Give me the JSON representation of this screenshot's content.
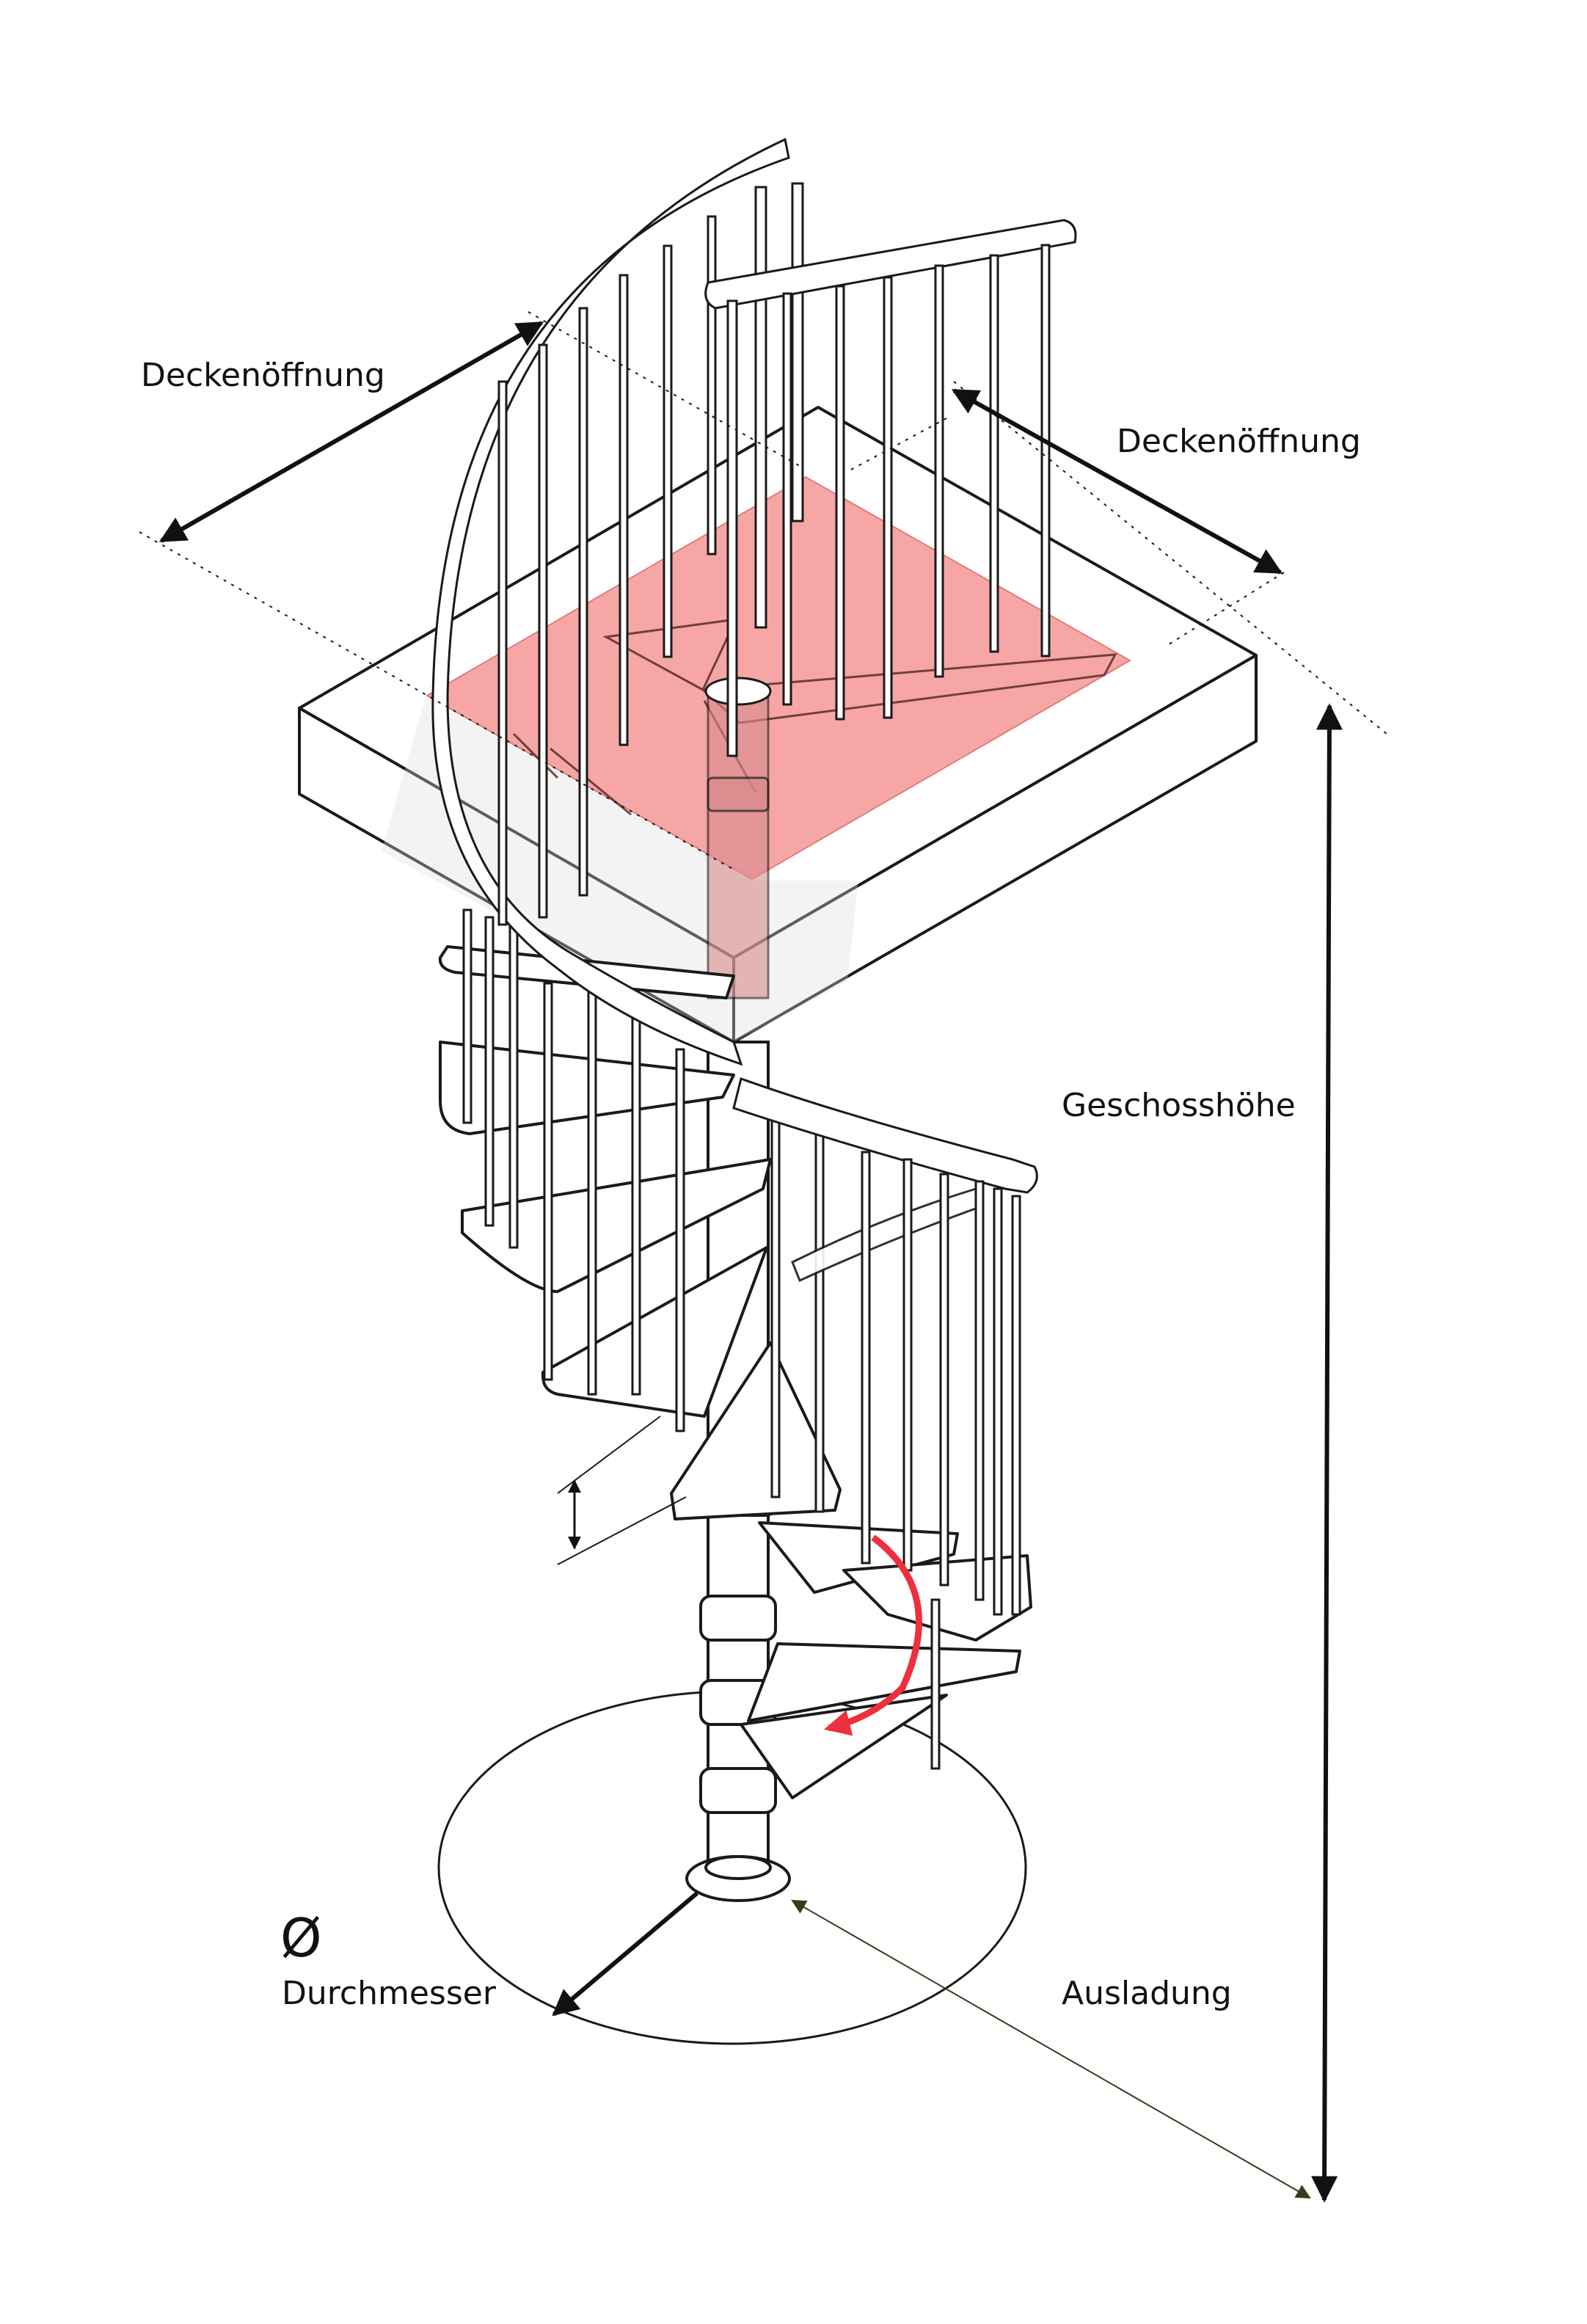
{
  "labels": {
    "ceiling_opening_left": "Deckenöffnung",
    "ceiling_opening_right": "Deckenöffnung",
    "storey_height": "Geschosshöhe",
    "diameter_symbol": "Ø",
    "diameter": "Durchmesser",
    "projection": "Ausladung"
  },
  "colors": {
    "opening_fill": "#f7a6a6",
    "rotation_arrow": "#ee2f3c",
    "outline": "#1a1a1a",
    "slab_face": "#ffffff",
    "projection_line": "#3b3a1e"
  },
  "icons": {
    "rotation_arrow": "curved-arrow-icon",
    "dimension_arrows": "double-arrow-icon"
  }
}
